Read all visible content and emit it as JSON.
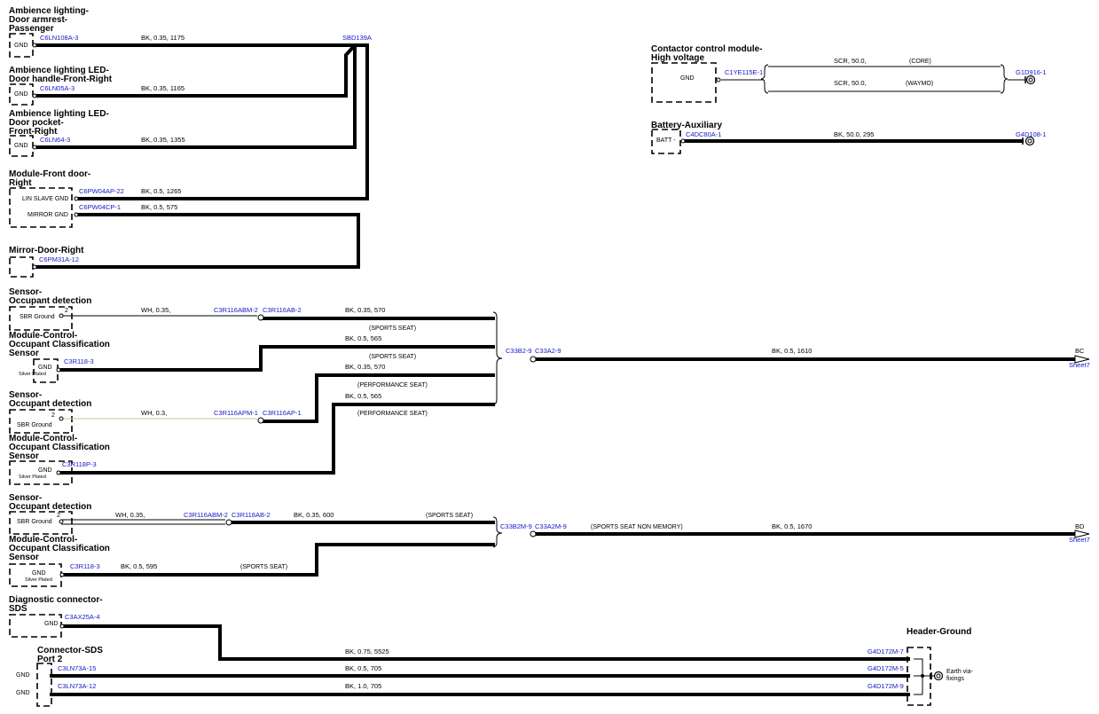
{
  "components": {
    "amb_door_armrest": [
      "Ambience lighting-",
      "Door armrest-",
      "Passenger"
    ],
    "amb_door_handle": [
      "Ambience lighting LED-",
      "Door handle-Front-Right"
    ],
    "amb_door_pocket": [
      "Ambience lighting LED-",
      "Door pocket-",
      "Front-Right"
    ],
    "module_front_door": [
      "Module-Front door-",
      "Right"
    ],
    "mirror_door": "Mirror-Door-Right",
    "sensor_occ_1": [
      "Sensor-",
      "Occupant detection"
    ],
    "module_occ_1": [
      "Module-Control-",
      "Occupant Classification",
      "Sensor"
    ],
    "sensor_occ_2": [
      "Sensor-",
      "Occupant detection"
    ],
    "module_occ_2": [
      "Module-Control-",
      "Occupant Classification",
      "Sensor"
    ],
    "sensor_occ_3": [
      "Sensor-",
      "Occupant detection"
    ],
    "module_occ_3": [
      "Module-Control-",
      "Occupant Classification",
      "Sensor"
    ],
    "diag_connector": [
      "Diagnostic connector-",
      "SDS"
    ],
    "connector_sds": [
      "Connector-SDS",
      "Port 2"
    ],
    "contactor": [
      "Contactor control module-",
      "High voltage"
    ],
    "battery_aux": "Battery-Auxiliary",
    "header_ground": "Header-Ground"
  },
  "pins": {
    "gnd": "GND",
    "lin_slave_gnd": "LIN SLAVE GND",
    "mirror_gnd": "MIRROR GND",
    "sbr_ground": "SBR Ground",
    "silver_plated": "Silver Plated",
    "batt": "BATT -",
    "pin2": "2",
    "earth": [
      "Earth via-",
      "fixings"
    ]
  },
  "connectors": {
    "c6ln108a": "C6LN108A-3",
    "sbd139a": "SBD139A",
    "c6ln05a": "C6LN05A-3",
    "c6ln64": "C6LN64-3",
    "c6pw04ap": "C6PW04AP-22",
    "c6pw04cp": "C6PW04CP-1",
    "c6pm31a": "C6PM31A-12",
    "c3r116abm2": "C3R116ABM-2",
    "c3r116ab2": "C3R116AB-2",
    "c3r118_1": "C3R118-3",
    "c3r116apm1": "C3R116APM-1",
    "c3r116ap1": "C3R116AP-1",
    "c3r118p": "C3R118P-3",
    "c33b2": "C33B2-9",
    "c33a2": "C33A2-9",
    "bc": "BC",
    "sheet_bc": "Sheet7",
    "c3r116abm2_b": "C3R116ABM-2",
    "c3r118ab2": "C3R118AB-2",
    "c3r118_2": "C3R118-3",
    "c33b2m": "C33B2M-9",
    "c33a2m": "C33A2M-9",
    "bd": "BD",
    "sheet_bd": "Sheet7",
    "c3ax25a": "C3AX25A-4",
    "c3ln73a15": "C3LN73A-15",
    "c3ln73a12": "C3LN73A-12",
    "g4d172m7": "G4D172M-7",
    "g4d172m5": "G4D172M-5",
    "g4d172m9": "G4D172M-9",
    "c1ye115e": "C1YE115E-1",
    "g1d916": "G1D916-1",
    "c4dc80a": "C4DC80A-1",
    "g4d108": "G4D108-1"
  },
  "wires": {
    "w_1175": "BK,  0.35,  1175",
    "w_1165": "BK,  0.35,  1165",
    "w_1355": "BK,  0.35,  1355",
    "w_1265": "BK,  0.5,  1265",
    "w_575": "BK,  0.5,  575",
    "w_wh035": "WH,  0.35,",
    "w_570a": "BK,  0.35,  570",
    "w_565a": "BK,  0.5,  565",
    "w_570b": "BK,  0.35,  570",
    "w_wh03": "WH,  0.3,",
    "w_565b": "BK,  0.5,  565",
    "w_1610": "BK,  0.5,  1610",
    "w_wh035b": "WH,  0.35,",
    "w_600": "BK,  0.35,  600",
    "w_595": "BK,  0.5,  595",
    "w_1670": "BK,  0.5,  1670",
    "w_5525": "BK,  0.75,  5525",
    "w_705a": "BK,  0.5,  705",
    "w_705b": "BK,  1.0,  705",
    "w_scr1": "SCR,  50.0,",
    "w_scr2": "SCR,  50.0,",
    "w_295": "BK,  50.0,  295"
  },
  "notes": {
    "sports1": "(SPORTS SEAT)",
    "sports2": "(SPORTS SEAT)",
    "perf1": "(PERFORMANCE SEAT)",
    "perf2": "(PERFORMANCE SEAT)",
    "sports3": "(SPORTS SEAT)",
    "sports4": "(SPORTS SEAT)",
    "sports_nm": "(SPORTS SEAT NON MEMORY)",
    "core": "(CORE)",
    "waymo": "(WAYMO)"
  }
}
